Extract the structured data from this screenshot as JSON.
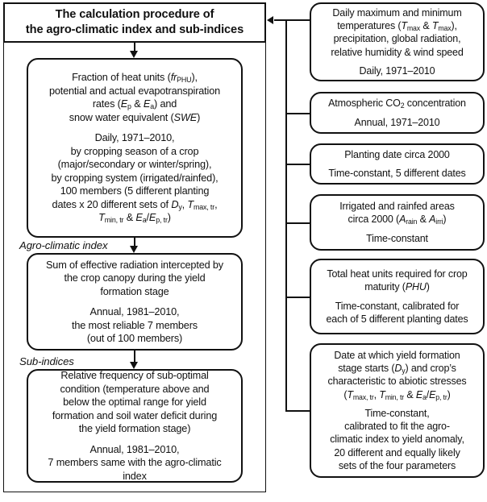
{
  "diagram": {
    "type": "flowchart",
    "title_box": {
      "line1": "The calculation procedure of",
      "line2": "the agro-climatic index and sub-indices"
    },
    "section_labels": {
      "agro_climatic_index": "Agro-climatic index",
      "sub_indices": "Sub-indices"
    },
    "left_column": [
      {
        "name": "heat-units-box",
        "blocks": [
          {
            "lines": [
              "Fraction of heat units  (fr<sub>PHU</sub>),",
              "potential and actual evapotranspiration",
              "rates (E<sub>p</sub> &amp; E<sub>a</sub>) and",
              "snow water equivalent  (SWE)"
            ]
          },
          {
            "lines": [
              "Daily, 1971–2010,",
              "by cropping season of a crop",
              "(major/secondary or winter/spring),",
              "by cropping system (irrigated/rainfed),",
              "100 members (5 different planting",
              "dates x 20 different sets of D<sub>y</sub>, T<sub>max, tr</sub>,",
              "T<sub>min, tr</sub> &amp; E<sub>a</sub>/E<sub>p, tr</sub>)"
            ]
          }
        ]
      },
      {
        "name": "agro-climatic-index-box",
        "blocks": [
          {
            "lines": [
              "Sum of effective radiation intercepted by",
              "the crop canopy during the yield",
              "formation stage"
            ]
          },
          {
            "lines": [
              "Annual, 1981–2010,",
              "the most reliable 7 members",
              "(out of 100 members)"
            ]
          }
        ]
      },
      {
        "name": "sub-indices-box",
        "blocks": [
          {
            "lines": [
              "Relative frequency of sub-optimal",
              "condition (temperature above and",
              "below the optimal range for yield",
              "formation and soil water deficit during",
              "the yield formation stage)"
            ]
          },
          {
            "lines": [
              "Annual, 1981–2010,",
              "7 members same with the agro-climatic",
              "index"
            ]
          }
        ]
      }
    ],
    "right_column": [
      {
        "name": "weather-inputs-box",
        "blocks": [
          {
            "lines": [
              "Daily maximum and minimum",
              "temperatures (T<sub>max</sub> &amp; T<sub>max</sub>),",
              "precipitation, global radiation,",
              "relative humidity &amp; wind speed"
            ]
          },
          {
            "lines": [
              "Daily, 1971–2010"
            ]
          }
        ]
      },
      {
        "name": "co2-box",
        "blocks": [
          {
            "lines": [
              "Atmospheric CO<sub>2</sub> concentration"
            ]
          },
          {
            "lines": [
              "Annual, 1971–2010"
            ]
          }
        ]
      },
      {
        "name": "planting-date-box",
        "blocks": [
          {
            "lines": [
              "Planting date circa 2000"
            ]
          },
          {
            "lines": [
              "Time-constant, 5 different dates"
            ]
          }
        ]
      },
      {
        "name": "irrigated-rainfed-areas-box",
        "blocks": [
          {
            "lines": [
              "Irrigated and rainfed areas",
              "circa 2000 (A<sub>rain</sub> &amp; A<sub>irri</sub>)"
            ]
          },
          {
            "lines": [
              "Time-constant"
            ]
          }
        ]
      },
      {
        "name": "total-heat-units-box",
        "blocks": [
          {
            "lines": [
              "Total heat units required for crop",
              "maturity (PHU)"
            ]
          },
          {
            "lines": [
              "Time-constant, calibrated for",
              "each of 5 different planting dates"
            ]
          }
        ]
      },
      {
        "name": "yield-formation-date-box",
        "blocks": [
          {
            "lines": [
              "Date at which yield formation",
              "stage starts (D<sub>y</sub>) and crop’s",
              "characteristic to abiotic stresses",
              "(T<sub>max, tr</sub>, T<sub>min, tr</sub> &amp; E<sub>a</sub>/E<sub>p, tr</sub>)"
            ]
          },
          {
            "lines": [
              "Time-constant,",
              "calibrated to fit the agro-",
              "climatic index to yield anomaly,",
              "20 different and equally likely",
              "sets of the four parameters"
            ]
          }
        ]
      }
    ],
    "colors": {
      "stroke": "#111111",
      "background": "#ffffff",
      "text": "#111111"
    }
  }
}
